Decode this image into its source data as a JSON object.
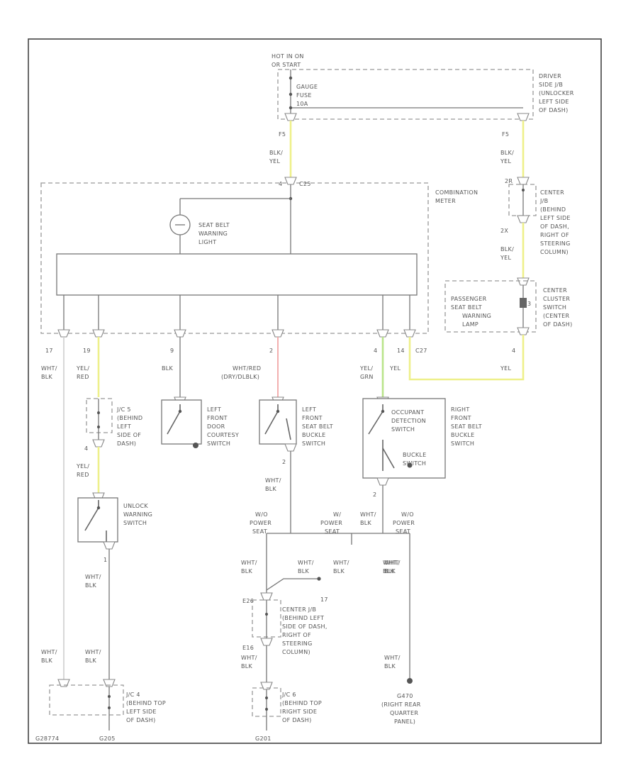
{
  "diagram_id": "G28774",
  "power": {
    "label_lines": [
      "HOT IN ON",
      "OR START"
    ],
    "fuse_lines": [
      "GAUGE",
      "FUSE",
      "10A"
    ],
    "jb_lines": [
      "DRIVER",
      "SIDE J/B",
      "(UNLOCKER",
      "LEFT SIDE",
      "OF DASH)"
    ],
    "pin_left": "F5",
    "pin_right": "F5",
    "wire_left": [
      "BLK/",
      "YEL"
    ],
    "wire_right": [
      "BLK/",
      "YEL"
    ]
  },
  "meter": {
    "pin": "4",
    "conn": "C25",
    "label_lines": [
      "COMBINATION",
      "METER"
    ],
    "lamp_lines": [
      "SEAT BELT",
      "WARNING",
      "LIGHT"
    ],
    "pins": [
      "17",
      "19",
      "9",
      "2",
      "4",
      "14",
      "C27"
    ]
  },
  "center_jb_top": {
    "pin_a": "2R",
    "pin_b": "2X",
    "label_lines": [
      "CENTER",
      "J/B",
      "(BEHIND",
      "LEFT SIDE",
      "OF DASH,",
      "RIGHT OF",
      "STEERING",
      "COLUMN)"
    ],
    "wire": [
      "BLK/",
      "YEL"
    ]
  },
  "passenger_lamp": {
    "label_lines": [
      "PASSENGER",
      "SEAT BELT",
      "WARNING",
      "LAMP"
    ],
    "pin": "3",
    "pin_bottom": "4",
    "cluster_lines": [
      "CENTER",
      "CLUSTER",
      "SWITCH",
      "(CENTER",
      "OF DASH)"
    ],
    "wire": "YEL"
  },
  "branch_wires": {
    "w17": [
      "WHT/",
      "BLK"
    ],
    "w19": [
      "YEL/",
      "RED"
    ],
    "w9": "BLK",
    "w2": [
      "WHT/RED",
      "(DRY/DLBLK)"
    ],
    "w4": [
      "YEL/",
      "GRN"
    ],
    "w14": "YEL"
  },
  "jc5": {
    "label_lines": [
      "J/C 5",
      "(BEHIND",
      "LEFT",
      "SIDE OF",
      "DASH)"
    ],
    "pin": "4",
    "wire": [
      "YEL/",
      "RED"
    ]
  },
  "unlock_switch": {
    "label_lines": [
      "UNLOCK",
      "WARNING",
      "SWITCH"
    ],
    "pin": "1",
    "wire": [
      "WHT/",
      "BLK"
    ]
  },
  "door_switch": {
    "label_lines": [
      "LEFT",
      "FRONT",
      "DOOR",
      "COURTESY",
      "SWITCH"
    ]
  },
  "lf_buckle": {
    "label_lines": [
      "LEFT",
      "FRONT",
      "SEAT BELT",
      "BUCKLE",
      "SWITCH"
    ],
    "pin": "2",
    "wire": [
      "WHT/",
      "BLK"
    ]
  },
  "rf_buckle": {
    "occupant_lines": [
      "OCCUPANT",
      "DETECTION",
      "SWITCH"
    ],
    "buckle_lines": [
      "BUCKLE",
      "SWITCH"
    ],
    "label_lines": [
      "RIGHT",
      "FRONT",
      "SEAT BELT",
      "BUCKLE",
      "SWITCH"
    ],
    "pin": "2",
    "wire": [
      "WHT/",
      "BLK"
    ]
  },
  "grounds_mid": {
    "w_power_seat": [
      "W/O",
      "POWER",
      "SEAT"
    ],
    "power_seat": [
      "W/",
      "POWER",
      "SEAT"
    ],
    "right_power_seat": [
      "W/O",
      "POWER",
      "SEAT"
    ],
    "wire_a": [
      "WHT/",
      "BLK"
    ],
    "wire_b": [
      "WHT/",
      "BLK"
    ],
    "wire_c": [
      "WHT/",
      "BLK"
    ],
    "wire_d": [
      "WHT/",
      "BLK"
    ]
  },
  "center_jb_bottom": {
    "pin_top": "E26",
    "pin_r": "17",
    "pin_bottom": "E16",
    "label_lines": [
      "CENTER J/B",
      "(BEHIND LEFT",
      "SIDE OF DASH,",
      "RIGHT OF",
      "STEERING",
      "COLUMN)"
    ],
    "wire": [
      "WHT/",
      "BLK"
    ]
  },
  "jc4": {
    "label_lines": [
      "J/C 4",
      "(BEHIND TOP",
      "LEFT SIDE",
      "OF DASH)"
    ],
    "ground": "G205",
    "wire_left": [
      "WHT/",
      "BLK"
    ],
    "wire_right": [
      "WHT/",
      "BLK"
    ]
  },
  "jc6": {
    "label_lines": [
      "J/C 6",
      "(BEHIND TOP",
      "RIGHT SIDE",
      "OF DASH)"
    ],
    "ground": "G201"
  },
  "ground_rear": {
    "label_lines": [
      "G470",
      "(RIGHT REAR",
      "QUARTER",
      "PANEL)"
    ],
    "wire": [
      "WHT/",
      "BLK"
    ]
  },
  "colors": {
    "yellow_wire": "#eef08a",
    "green_wire": "#b9e48a",
    "red_wire": "#f2a6a6"
  }
}
